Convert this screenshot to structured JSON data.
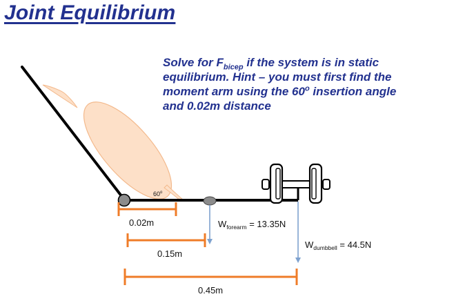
{
  "title": "Joint Equilibrium",
  "problem": {
    "line1_pre": "Solve for F",
    "line1_sub": "bicep",
    "line1_post": " if the system is in static",
    "line2": "equilibrium. Hint – you must first find the",
    "line3_pre": "moment arm using the 60",
    "line3_sup": "o",
    "line3_post": " insertion angle",
    "line4": "and 0.02m distance"
  },
  "angle_label": {
    "value": "60",
    "sup": "o"
  },
  "forces": {
    "forearm": {
      "symbol": "W",
      "sub": "forearm",
      "value": " = 13.35N"
    },
    "dumbbell": {
      "symbol": "W",
      "sub": "dumbbell",
      "value": " = 44.5N"
    }
  },
  "distances": {
    "d1": "0.02m",
    "d2": "0.15m",
    "d3": "0.45m"
  },
  "colors": {
    "title": "#22318f",
    "muscle_fill": "#fde0c8",
    "muscle_stroke": "#f3b98c",
    "bracket": "#ef7c28",
    "arrow": "#7ea2cf",
    "joint": "#8c8c8c"
  }
}
